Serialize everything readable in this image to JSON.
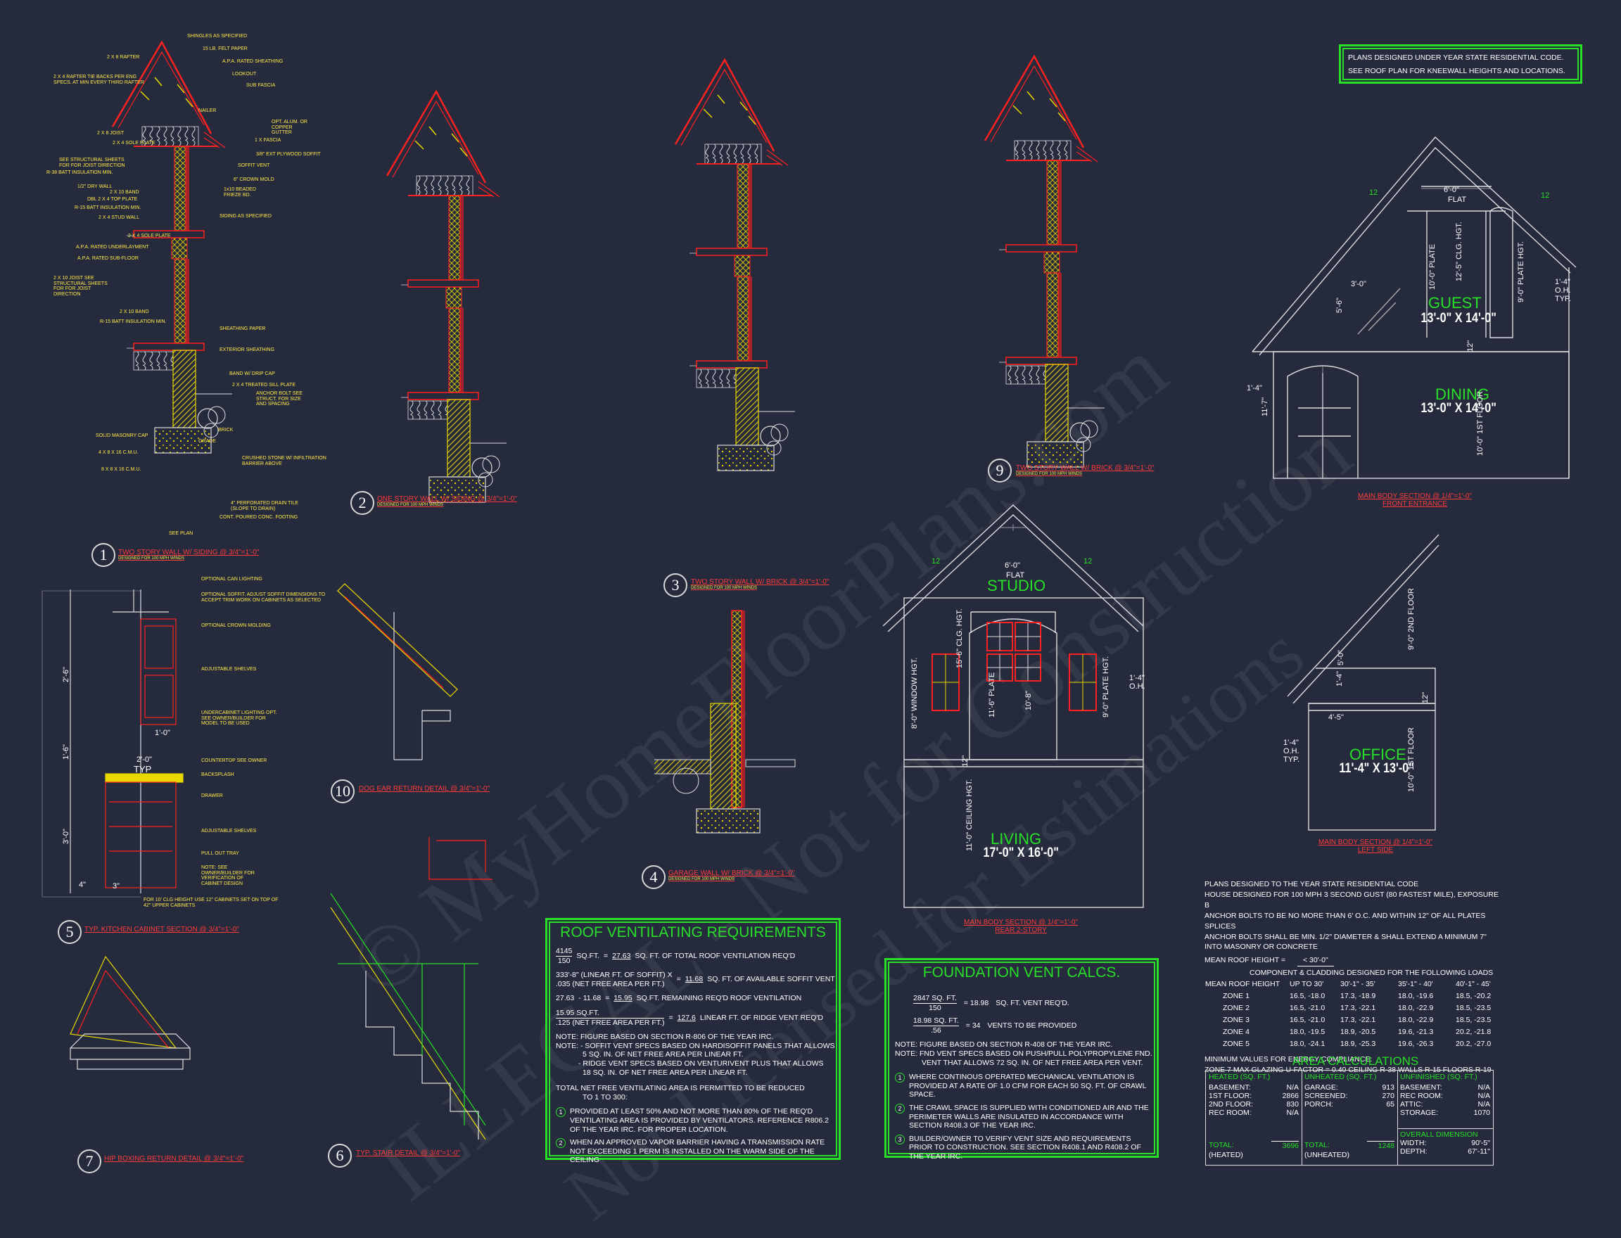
{
  "watermark": {
    "line1": "© MyHomeFloorPlans.com",
    "line2": "ILLEGAL - Not for Construction",
    "line3": "Not Licensed for Estimations"
  },
  "top_notes": {
    "line1": "PLANS DESIGNED UNDER YEAR STATE RESIDENTIAL CODE.",
    "line2": "SEE ROOF PLAN FOR KNEEWALL HEIGHTS AND LOCATIONS."
  },
  "details": [
    {
      "num": "1",
      "title": "TWO STORY WALL W/ SIDING @",
      "scale": "3/4\"=1'-0\"",
      "sub": "DESIGNED FOR 100 MPH WINDS"
    },
    {
      "num": "2",
      "title": "ONE STORY WALL W/ SIDING @",
      "scale": "3/4\"=1'-0\"",
      "sub": "DESIGNED FOR 100 MPH WINDS"
    },
    {
      "num": "3",
      "title": "TWO STORY WALL W/ BRICK @",
      "scale": "3/4\"=1'-0\"",
      "sub": "DESIGNED FOR 100 MPH WINDS"
    },
    {
      "num": "4",
      "title": "GARAGE WALL W/ BRICK @",
      "scale": "3/4\"=1'-0\"",
      "sub": "DESIGNED FOR 100 MPH WINDS"
    },
    {
      "num": "5",
      "title": "TYP. KITCHEN CABINET SECTION @",
      "scale": "3/4\"=1'-0\"",
      "sub": ""
    },
    {
      "num": "6",
      "title": "TYP. STAIR DETAIL @",
      "scale": "3/4\"=1'-0\"",
      "sub": ""
    },
    {
      "num": "7",
      "title": "HIP BOXING RETURN DETAIL @ 3/4\"=1'-0\"",
      "scale": "",
      "sub": ""
    },
    {
      "num": "9",
      "title": "TWO STORY WALL W/ BRICK @",
      "scale": "3/4\"=1'-0\"",
      "sub": "DESIGNED FOR 100 MPH WINDS"
    },
    {
      "num": "10",
      "title": "DOG EAR RETURN DETAIL @ 3/4\"=1'-0\"",
      "scale": "",
      "sub": ""
    }
  ],
  "wall_labels": {
    "left": [
      "2 X 8 RAFTER",
      "2 X 4 RAFTER TIE BACKS PER ENG SPECS. AT MIN EVERY THIRD RAFTER",
      "2 X 8 JOIST",
      "2 X 4 SOLE PLATE",
      "SEE STRUCTURAL SHEETS FOR FOR JOIST DIRECTION",
      "R-38 BATT INSULATION MIN.",
      "1/2\" DRY WALL",
      "2 X 10 BAND",
      "DBL 2 X 4 TOP PLATE",
      "R-15 BATT INSULATION MIN.",
      "2 X 4 STUD WALL"
    ],
    "right": [
      "SHINGLES AS SPECIFIED",
      "15 LB. FELT PAPER",
      "A.P.A. RATED SHEATHING",
      "LOOKOUT",
      "SUB FASCIA",
      "NAILER",
      "OPT. ALUM. OR COPPER GUTTER",
      "1 X FASCIA",
      "3/8\" EXT PLYWOOD SOFFIT",
      "SOFFIT VENT",
      "6\" CROWN MOLD",
      "1x10 BEADED FRIEZE BD.",
      "SIDING AS SPECIFIED"
    ],
    "lower_left": [
      "2 X 4 SOLE PLATE",
      "A.P.A. RATED UNDERLAYMENT",
      "A.P.A. RATED SUB-FLOOR",
      "2 X 10 JOIST SEE STRUCTURAL SHEETS FOR FOR JOIST DIRECTION",
      "2 X 10 BAND",
      "R-15 BATT INSULATION MIN.",
      "SOLID MASONRY CAP",
      "4 X 8 X 16 C.M.U.",
      "8 X 8 X 16 C.M.U."
    ],
    "lower_right": [
      "SHEATHING PAPER",
      "EXTERIOR SHEATHING",
      "BAND W/ DRIP CAP",
      "2 X 4 TREATED SILL PLATE",
      "ANCHOR BOLT SEE STRUCT. FOR SIZE AND SPACING",
      "BRICK",
      "GRADE",
      "CRUSHED STONE W/ INFILTRATION BARRIER ABOVE",
      "4\" PERFORATED DRAIN TILE (SLOPE TO DRAIN)",
      "CONT. POURED CONC. FOOTING",
      "SEE PLAN"
    ]
  },
  "cabinet_labels": [
    "OPTIONAL CAN LIGHTING",
    "OPTIONAL SOFFIT. ADJUST SOFFIT DIMENSIONS TO ACCEPT TRIM WORK ON CABINETS AS SELECTED",
    "OPTIONAL CROWN MOLDING",
    "ADJUSTABLE SHELVES",
    "UNDERCABINET LIGHTING OPT. SEE OWNER/BUILDER FOR MODEL TO BE USED",
    "COUNTERTOP SEE OWNER",
    "BACKSPLASH",
    "DRAWER",
    "ADJUSTABLE SHELVES",
    "PULL OUT TRAY",
    "NOTE: SEE OWNER/BUILDER FOR VERIFICATION OF CABINET DESIGN",
    "FOR 10' CLG HEIGHT USE 12\" CABINETS SET ON TOP OF 42\" UPPER CABINETS"
  ],
  "cabinet_dims": {
    "d1": "2'-6\"",
    "d2": "1'-0\"",
    "d3": "2'-0\"",
    "d4": "TYP",
    "d5": "1'-6\"",
    "d6": "3'-0\"",
    "d7": "4\"",
    "d8": "3\""
  },
  "roof_vent": {
    "title": "ROOF VENTILATING REQUIREMENTS",
    "r1_num": "4145",
    "r1_den": "150",
    "r1_unit": "SQ.FT.",
    "r1_eq": "=",
    "r1_val": "27.63",
    "r1_text": "SQ. FT. OF TOTAL ROOF VENTILATION REQ'D",
    "r2_a": "333'-8\"  (LINEAR FT. OF SOFFIT) X",
    "r2_b": ".035 (NET FREE AREA PER FT.)",
    "r2_eq": "=",
    "r2_val": "11.68",
    "r2_text": "SQ. FT. OF AVAILABLE SOFFIT VENT",
    "r3_a": "27.63",
    "r3_op": "- 11.68",
    "r3_eq": "=",
    "r3_val": "15.95",
    "r3_text": "SQ.FT. REMAINING REQ'D ROOF VENTILATION",
    "r4_num": "15.95",
    "r4_unit": "SQ.FT.",
    "r4_den": ".125 (NET FREE AREA PER FT.)",
    "r4_eq": "=",
    "r4_val": "127.6",
    "r4_text": "LINEAR FT. OF RIDGE VENT REQ'D",
    "note1": "NOTE: FIGURE BASED ON SECTION R-806 OF THE YEAR IRC.",
    "note2": "NOTE: - SOFFIT VENT SPECS BASED ON HARDISOFFIT PANELS THAT ALLOWS",
    "note2b": "5 SQ. IN. OF NET FREE AREA PER LINEAR FT.",
    "note3": "- RIDGE VENT SPECS BASED ON VENTURIVENT PLUS THAT ALLOWS",
    "note3b": "18 SQ. IN. OF NET FREE AREA PER LINEAR FT.",
    "total1": "TOTAL NET FREE VENTILATING AREA IS PERMITTED TO BE REDUCED",
    "total2": "TO 1 TO 300:",
    "c1": "1",
    "c1_text": "PROVIDED AT LEAST 50% AND NOT MORE THAN 80% OF THE REQ'D VENTILATING AREA IS PROVIDED BY VENTILATORS.  REFERENCE R806.2  OF THE YEAR IRC. FOR PROPER LOCATION.",
    "c2": "2",
    "c2_text": "WHEN AN APPROVED VAPOR BARRIER HAVING A TRANSMISSION RATE NOT EXCEEDING 1 PERM IS INSTALLED ON THE WARM SIDE OF THE CEILING"
  },
  "foundation_vent": {
    "title": "FOUNDATION VENT CALCS.",
    "r1_num": "2847  SQ. FT.",
    "r1_den": "150",
    "r1_eq": "= 18.98",
    "r1_text": "SQ. FT. VENT REQ'D.",
    "r2_num": "18.98  SQ. FT.",
    "r2_den": ".56",
    "r2_eq": "= 34",
    "r2_text": "VENTS TO BE PROVIDED",
    "note1": "NOTE: FIGURE BASED ON SECTION R-408 OF THE YEAR IRC.",
    "note2": "NOTE: FND VENT SPECS BASED ON PUSH/PULL POLYPROPYLENE FND.",
    "note2b": "VENT THAT ALLOWS 72 SQ. IN. OF NET FREE AREA PER VENT.",
    "c1": "1",
    "c1_text": "WHERE CONTINOUS OPERATED MECHANICAL VENTILATION IS PROVIDED AT A RATE OF 1.0 CFM FOR EACH 50 SQ. FT. OF CRAWL SPACE.",
    "c2": "2",
    "c2_text": "THE CRAWL SPACE IS SUPPLIED WITH CONDITIONED AIR AND THE PERIMETER WALLS ARE INSULATED IN ACCORDANCE WITH SECTION R408.3 OF THE YEAR IRC.",
    "c3": "3",
    "c3_text": "BUILDER/OWNER TO VERIFY VENT SIZE AND REQUIREMENTS PRIOR TO CONSTRUCTION. SEE SECTION R408.1 AND R408.2 OF THE YEAR IRC."
  },
  "sections": {
    "front": {
      "title": "MAIN BODY SECTION @ 1/4\"=1'-0\"",
      "sub": "FRONT ENTRANCE",
      "room1_name": "GUEST",
      "room1_dim": "13'-0\" X 14'-0\"",
      "room2_name": "DINING",
      "room2_dim": "13'-0\" X 14'-0\"",
      "pitch": "12",
      "pitch2": "12",
      "d_top": "6'-0\"",
      "d_flat": "FLAT",
      "d_a": "10'-0\" PLATE",
      "d_b": "12'-5\" CLG. HGT.",
      "d_c": "9'-0\" PLATE HGT.",
      "d_oh": "1'-4\" O.H. TYP.",
      "d_3": "3'-0\"",
      "d_5": "5'-6\"",
      "d_12": "12\"",
      "d_14": "1'-4\"",
      "d_117": "11'-7\"",
      "d_10": "10'-0\" 1ST FLOOR"
    },
    "rear": {
      "title": "MAIN BODY SECTION @ 1/4\"=1'-0\"",
      "sub": "REAR 2-STORY",
      "room1_name": "STUDIO",
      "room2_name": "LIVING",
      "room2_dim": "17'-0\" X 16'-0\"",
      "d_top": "6'-0\"",
      "d_flat": "FLAT",
      "d_156": "15'-6\" CLG. HGT.",
      "d_80": "8'-0\" WINDOW HGT.",
      "d_116": "11'-6\" PLATE",
      "d_108": "10'-8\"",
      "d_90": "9'-0\" PLATE HGT.",
      "d_oh": "1'-4\" O.H.",
      "d_12": "12\"",
      "d_110": "11'-0\" CEILING HGT.",
      "pitch": "12",
      "pitch2": "12"
    },
    "left": {
      "title": "MAIN BODY SECTION @ 1/4\"=1'-0\"",
      "sub": "LEFT SIDE",
      "room_name": "OFFICE",
      "room_dim": "11'-4\" X 13'-0\"",
      "d_90": "9'-0\" 2ND FLOOR",
      "d_50": "5'-0\"",
      "d_14": "1'-4\"",
      "d_45": "4'-5\"",
      "d_oh": "1'-4\" O.H. TYP.",
      "d_12": "12\"",
      "d_100": "10'-0\" 1ST FLOOR"
    }
  },
  "code_notes": {
    "l1": "PLANS DESIGNED TO THE YEAR STATE RESIDENTIAL CODE",
    "l2": "HOUSE DESIGNED FOR 100 MPH 3 SECOND GUST (80 FASTEST MILE), EXPOSURE B",
    "l3": "ANCHOR BOLTS TO BE NO MORE THAN 6' O.C. AND WITHIN 12\" OF ALL PLATES SPLICES",
    "l4": "ANCHOR BOLTS SHALL BE MIN. 1/2\" DIAMETER & SHALL EXTEND A MINIMUM 7\"",
    "l5": "INTO MASONRY OR CONCRETE",
    "mrh_label": "MEAN ROOF HEIGHT =",
    "mrh_val": "< 30'-0\"",
    "cc_title": "COMPONENT & CLADDING DESIGNED FOR THE FOLLOWING LOADS",
    "wind_header": [
      "MEAN ROOF HEIGHT",
      "UP TO 30'",
      "30'-1\" - 35'",
      "35'-1\" - 40'",
      "40'-1\" - 45'"
    ],
    "wind_rows": [
      [
        "ZONE 1",
        "16.5, -18.0",
        "17.3, -18.9",
        "18.0, -19.6",
        "18.5, -20.2"
      ],
      [
        "ZONE 2",
        "16.5, -21.0",
        "17.3, -22.1",
        "18.0, -22.9",
        "18.5, -23.5"
      ],
      [
        "ZONE 3",
        "16.5, -21.0",
        "17.3, -22.1",
        "18.0, -22.9",
        "18.5, -23.5"
      ],
      [
        "ZONE 4",
        "18.0, -19.5",
        "18.9, -20.5",
        "19.6, -21.3",
        "20.2, -21.8"
      ],
      [
        "ZONE 5",
        "18.0, -24.1",
        "18.9, -25.3",
        "19.6, -26.3",
        "20.2, -27.0"
      ]
    ],
    "energy_title": "MINIMUM VALUES FOR ENERGY COMPLIANCE:",
    "energy_line": "ZONE 7   MAX GLAZING U-FACTOR = 0.40   CEILING R-38   WALLS R-15   FLOORS R-19"
  },
  "area_calcs": {
    "title": "AREA CALCULATIONS",
    "heated_title": "HEATED (SQ. FT.)",
    "heated": [
      [
        "BASEMENT:",
        "N/A"
      ],
      [
        "1ST FLOOR:",
        "2866"
      ],
      [
        "2ND FLOOR:",
        "830"
      ],
      [
        "REC ROOM:",
        "N/A"
      ]
    ],
    "heated_total_label": "TOTAL:",
    "heated_total": "3696",
    "heated_total_sub": "(HEATED)",
    "unheated_title": "UNHEATED (SQ. FT.)",
    "unheated": [
      [
        "GARAGE:",
        "913"
      ],
      [
        "SCREENED:",
        "270"
      ],
      [
        "PORCH:",
        "65"
      ]
    ],
    "unheated_total_label": "TOTAL:",
    "unheated_total": "1248",
    "unheated_total_sub": "(UNHEATED)",
    "unfinished_title": "UNFINISHED (SQ. FT.)",
    "unfinished": [
      [
        "BASEMENT:",
        "N/A"
      ],
      [
        "REC ROOM:",
        "N/A"
      ],
      [
        "ATTIC:",
        "N/A"
      ],
      [
        "STORAGE:",
        "1070"
      ]
    ],
    "overall_title": "OVERALL DIMENSION",
    "overall": [
      [
        "WIDTH:",
        "90'-5\""
      ],
      [
        "DEPTH:",
        "67'-11\""
      ]
    ]
  }
}
